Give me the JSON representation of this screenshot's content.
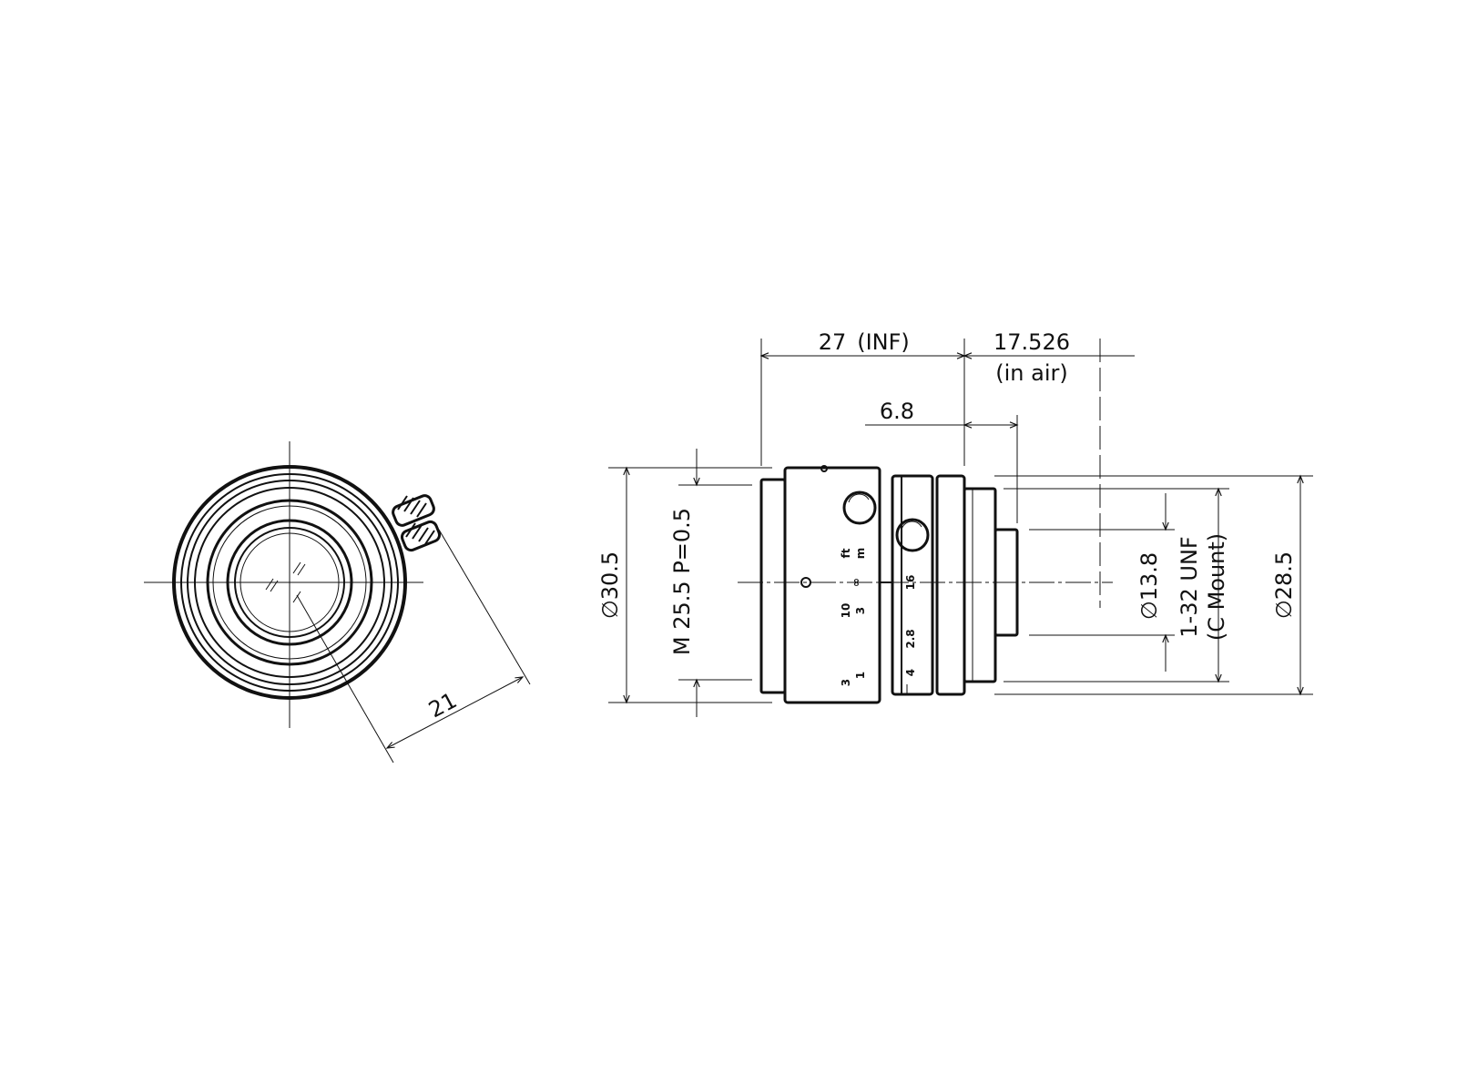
{
  "dimensions": {
    "flange_focal": "27",
    "flange_focal_note": "(INF)",
    "back_focus": "17.526",
    "back_focus_note": "(in air)",
    "mount_depth": "6.8",
    "outer_dia": "∅30.5",
    "filter_thread": "M 25.5  P=0.5",
    "rear_dia": "∅13.8",
    "mount_thread": "1-32 UNF",
    "mount_type": "(C Mount)",
    "body_dia": "∅28.5",
    "knob_reach": "21"
  },
  "focus_scale": {
    "unit_ft": "ft",
    "unit_m": "m",
    "inf": "∞",
    "ft_10": "10",
    "m_3": "3",
    "ft_3": "3",
    "m_1": "1"
  },
  "iris_scale": {
    "f16": "16",
    "f28": "2.8",
    "f4": "4"
  },
  "colors": {
    "line": "#111111",
    "background": "#ffffff"
  }
}
